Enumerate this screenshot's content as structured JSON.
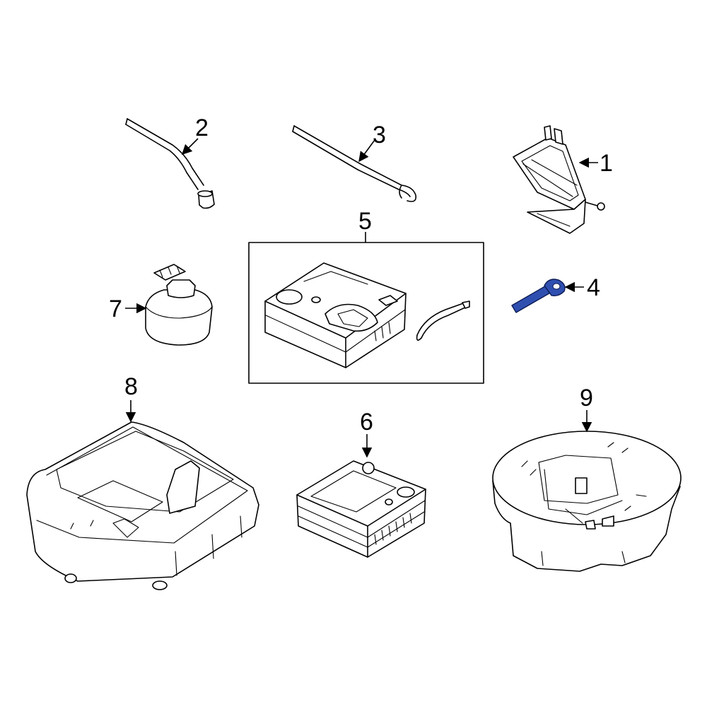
{
  "callouts": {
    "c1": "1",
    "c2": "2",
    "c3": "3",
    "c4": "4",
    "c5": "5",
    "c6": "6",
    "c7": "7",
    "c8": "8",
    "c9": "9"
  },
  "colors": {
    "highlight": "#2f4fb0",
    "line": "#000000",
    "background": "#ffffff"
  }
}
